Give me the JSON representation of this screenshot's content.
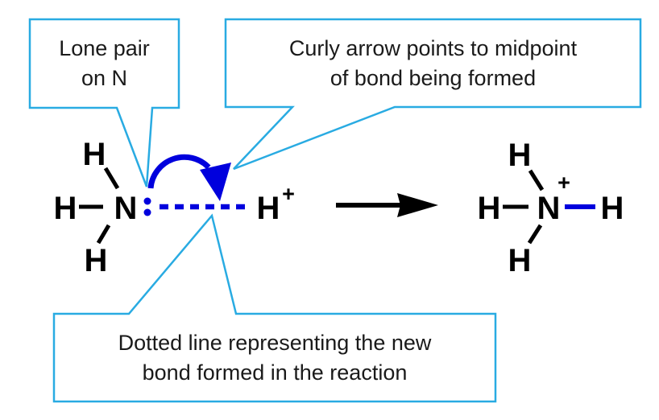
{
  "diagram": {
    "type": "chemistry-reaction-mechanism",
    "description": "Ammonia lone pair attacks a proton to form ammonium ion"
  },
  "callouts": {
    "lone_pair": {
      "line1": "Lone pair",
      "line2": "on N"
    },
    "curly_arrow": {
      "line1": "Curly arrow points to midpoint",
      "line2": "of bond being formed"
    },
    "dotted_line": {
      "line1": "Dotted line representing the new",
      "line2": "bond formed in the reaction"
    }
  },
  "molecules": {
    "ammonia": {
      "top_h": "H",
      "left_h": "H",
      "nitrogen": "N",
      "bottom_h": "H"
    },
    "proton": {
      "symbol": "H",
      "charge": "+"
    },
    "ammonium": {
      "top_h": "H",
      "left_h": "H",
      "nitrogen": "N",
      "right_h": "H",
      "bottom_h": "H",
      "charge": "+"
    }
  },
  "colors": {
    "mechanism_blue": "#0000DD",
    "callout_cyan": "#29ABE2",
    "bond_black": "#000000",
    "background": "#FFFFFF"
  }
}
